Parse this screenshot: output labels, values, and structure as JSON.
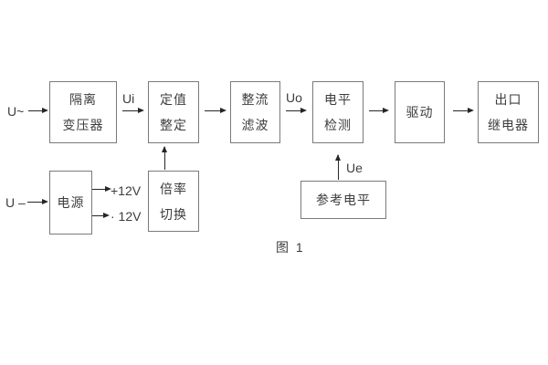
{
  "caption": "图 1",
  "colors": {
    "background": "#ffffff",
    "box_border": "#7a7a7a",
    "arrow": "#262626",
    "text": "#3d3d3d"
  },
  "blocks": {
    "isolation_transformer": {
      "lines": [
        "隔离",
        "变压器"
      ]
    },
    "value_setting": {
      "lines": [
        "定值",
        "整定"
      ]
    },
    "rectifier_filter": {
      "lines": [
        "整流",
        "滤波"
      ]
    },
    "level_detection": {
      "lines": [
        "电平",
        "检测"
      ]
    },
    "drive": {
      "lines": [
        "驱动"
      ]
    },
    "output_relay": {
      "lines": [
        "出口",
        "继电器"
      ]
    },
    "power_supply": {
      "lines": [
        "电源"
      ]
    },
    "multiplier_switch": {
      "lines": [
        "倍率",
        "切换"
      ]
    },
    "reference_level": {
      "lines": [
        "参考电平"
      ]
    }
  },
  "signals": {
    "input_ac": "U~",
    "input_dc": "U –",
    "ui": "Ui",
    "uo": "Uo",
    "ue": "Ue",
    "plus_12v": "+12V",
    "minus_12v": "· 12V"
  },
  "edges": [
    {
      "from": "input_ac",
      "to": "isolation_transformer",
      "label": ""
    },
    {
      "from": "isolation_transformer",
      "to": "value_setting",
      "label": "Ui"
    },
    {
      "from": "value_setting",
      "to": "rectifier_filter",
      "label": ""
    },
    {
      "from": "rectifier_filter",
      "to": "level_detection",
      "label": "Uo"
    },
    {
      "from": "level_detection",
      "to": "drive",
      "label": ""
    },
    {
      "from": "drive",
      "to": "output_relay",
      "label": ""
    },
    {
      "from": "input_dc",
      "to": "power_supply",
      "label": ""
    },
    {
      "from": "power_supply",
      "to": "plus_12v",
      "label": ""
    },
    {
      "from": "power_supply",
      "to": "minus_12v",
      "label": ""
    },
    {
      "from": "multiplier_switch",
      "to": "value_setting",
      "label": ""
    },
    {
      "from": "reference_level",
      "to": "level_detection",
      "label": "Ue"
    }
  ]
}
